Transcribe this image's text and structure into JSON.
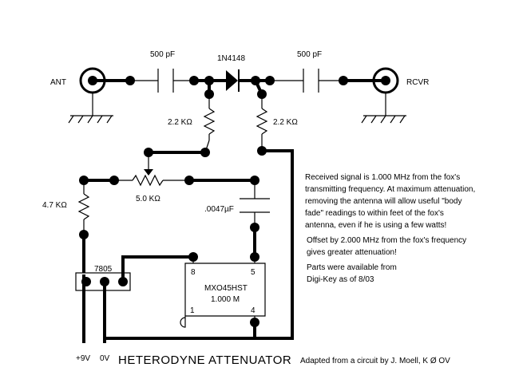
{
  "title": "HETERODYNE ATTENUATOR",
  "credit": "Adapted from a circuit by J. Moell, K Ø OV",
  "connectors": {
    "ant": "ANT",
    "rcvr": "RCVR"
  },
  "components": {
    "c_in": "500 pF",
    "c_out": "500 pF",
    "diode": "1N4148",
    "r_left": "2.2 KΩ",
    "r_right": "2.2 KΩ",
    "pot": "5.0 KΩ",
    "r_bias": "4.7 KΩ",
    "c_bypass": ".0047µF",
    "regulator": "7805",
    "osc_part": "MXO45HST",
    "osc_freq": "1.000 M"
  },
  "pins": {
    "p8": "8",
    "p5": "5",
    "p1": "1",
    "p4": "4"
  },
  "power": {
    "v9": "+9V",
    "v0": "0V"
  },
  "notes": {
    "p1": [
      "Received signal is 1.000 MHz from the fox's",
      "transmitting frequency. At maximum attenuation,",
      "removing the antenna will allow useful \"body",
      "fade\" readings to within feet of the fox's",
      "antenna, even if he is using a few watts!"
    ],
    "p2": [
      "Offset by 2.000 MHz from the fox's frequency",
      "gives greater attenuation!"
    ],
    "p3": [
      "Parts were available from",
      "Digi-Key as of 8/03"
    ]
  }
}
